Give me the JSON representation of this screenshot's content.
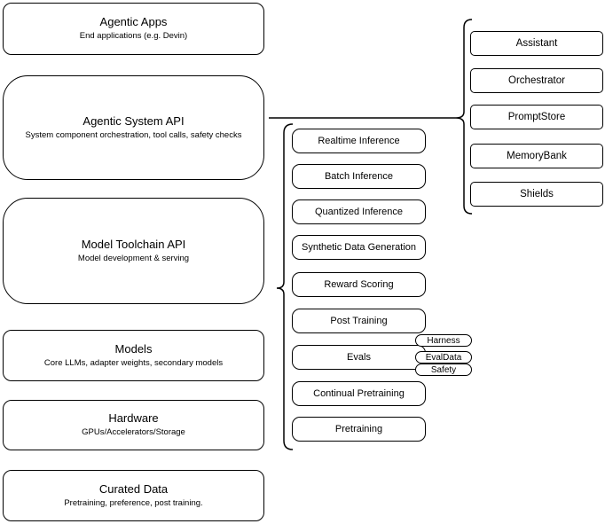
{
  "diagram": {
    "left_stack": [
      {
        "title": "Agentic Apps",
        "subtitle": "End applications (e.g. Devin)"
      },
      {
        "title": "Agentic System API",
        "subtitle": "System component orchestration, tool calls, safety checks"
      },
      {
        "title": "Model Toolchain API",
        "subtitle": "Model development & serving"
      },
      {
        "title": "Models",
        "subtitle": "Core LLMs, adapter weights, secondary models"
      },
      {
        "title": "Hardware",
        "subtitle": "GPUs/Accelerators/Storage"
      },
      {
        "title": "Curated Data",
        "subtitle": "Pretraining, preference, post training."
      }
    ],
    "toolchain_stack": [
      "Realtime Inference",
      "Batch Inference",
      "Quantized Inference",
      "Synthetic Data Generation",
      "Reward Scoring",
      "Post Training",
      "Evals",
      "Continual Pretraining",
      "Pretraining"
    ],
    "eval_tags": [
      "Harness",
      "EvalData",
      "Safety"
    ],
    "system_components": [
      "Assistant",
      "Orchestrator",
      "PromptStore",
      "MemoryBank",
      "Shields"
    ],
    "colors": {
      "border": "#000000",
      "background": "#ffffff",
      "text": "#000000"
    }
  }
}
